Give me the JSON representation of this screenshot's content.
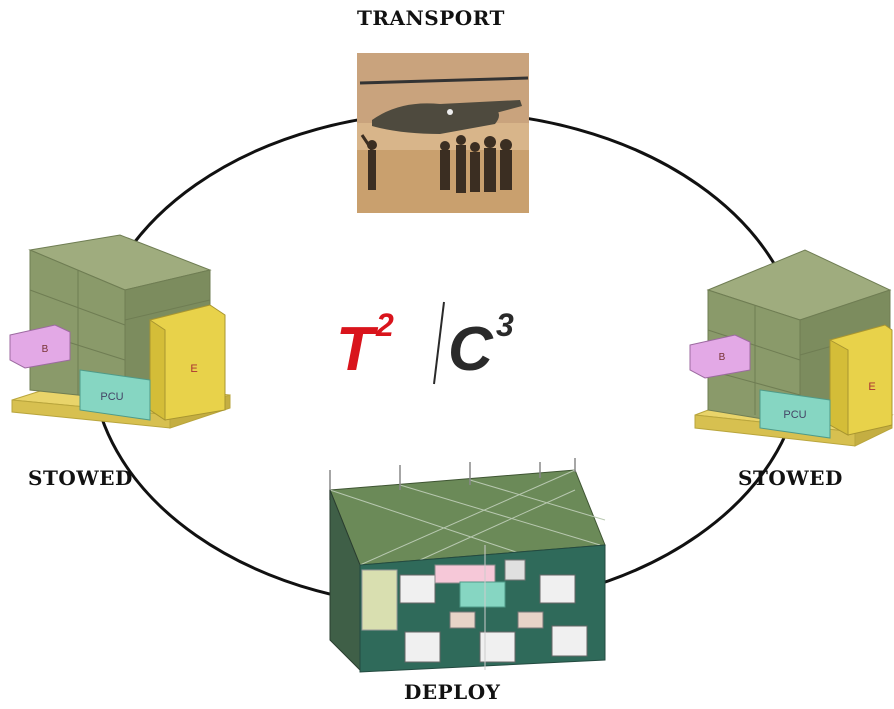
{
  "labels": {
    "transport": "TRANSPORT",
    "stowed_left": "STOWED",
    "stowed_right": "STOWED",
    "deploy": "DEPLOY"
  },
  "logo": {
    "left_letter": "T",
    "left_sup": "2",
    "right_letter": "C",
    "right_sup": "3"
  },
  "pallet_labels": {
    "pcu": "PCU",
    "e": "E",
    "b": "B"
  },
  "colors": {
    "logo_red": "#d9141c",
    "logo_dark": "#2a2a2a",
    "box_green": "#8a9a6a",
    "crate_yellow": "#e8d24a",
    "crate_teal": "#86d6c2",
    "crate_pink": "#e3a9e6",
    "pallet": "#e9d46a",
    "shelter_green": "#5e7a50",
    "shelter_floor": "#2f6a5a"
  },
  "icons": [
    "helicopter-photo",
    "pallet-load-icon",
    "shelter-cutaway-icon"
  ]
}
